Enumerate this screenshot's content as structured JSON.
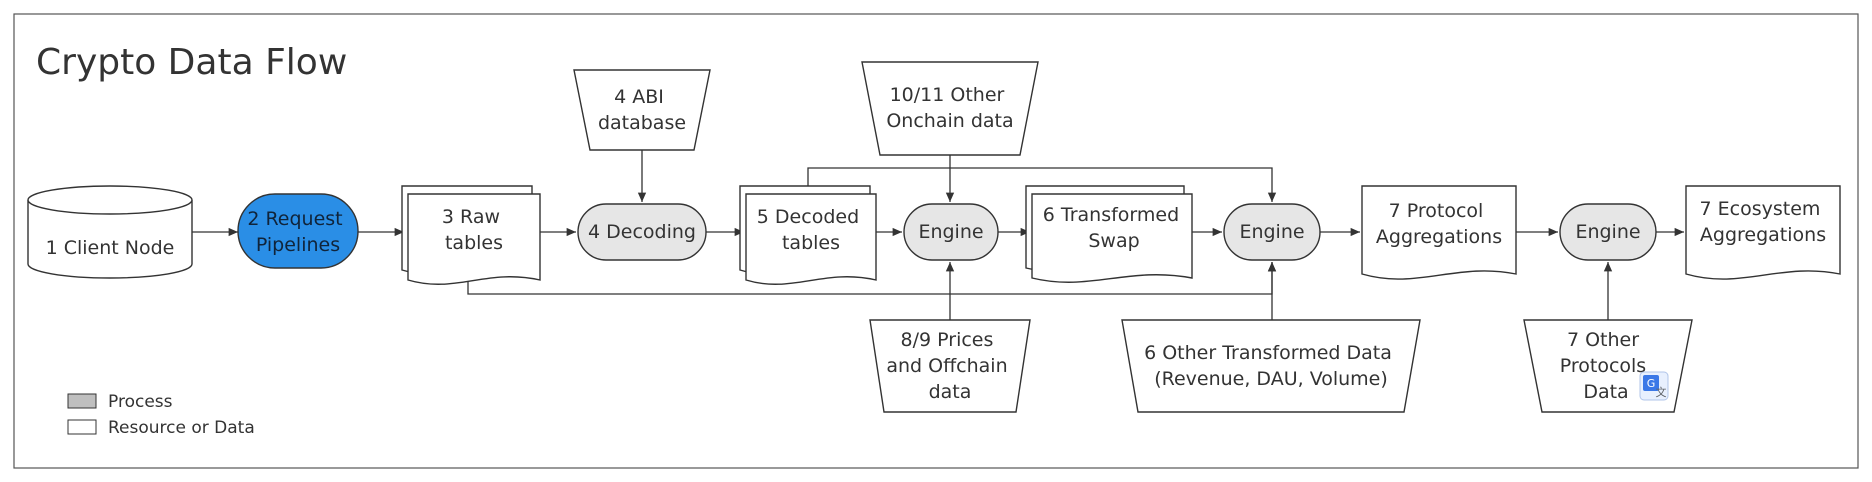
{
  "title": "Crypto Data Flow",
  "nodes": {
    "client_node": [
      "1 Client Node"
    ],
    "request_pipelines": [
      "2 Request",
      "Pipelines"
    ],
    "raw_tables": [
      "3 Raw",
      "tables"
    ],
    "abi_database": [
      "4 ABI",
      "database"
    ],
    "decoding": [
      "4 Decoding"
    ],
    "other_onchain": [
      "10/11 Other",
      "Onchain data"
    ],
    "decoded_tables": [
      "5 Decoded",
      "tables"
    ],
    "engine_1": [
      "Engine"
    ],
    "transformed_swap": [
      "6 Transformed",
      "Swap"
    ],
    "engine_2": [
      "Engine"
    ],
    "protocol_aggregations": [
      "7 Protocol",
      "Aggregations"
    ],
    "engine_3": [
      "Engine"
    ],
    "ecosystem_aggregations": [
      "7 Ecosystem",
      "Aggregations"
    ],
    "prices_offchain": [
      "8/9 Prices",
      "and Offchain",
      "data"
    ],
    "other_transformed": [
      "6 Other Transformed Data",
      "(Revenue, DAU, Volume)"
    ],
    "other_protocols": [
      "7 Other",
      "Protocols",
      "Data"
    ]
  },
  "legend": {
    "process_label": "Process",
    "resource_label": "Resource or Data"
  },
  "colors": {
    "highlight_process": "#2a8ee6",
    "process": "#e6e6e6",
    "legend_process": "#bfbfbf",
    "resource": "#ffffff",
    "stroke": "#333333"
  },
  "overlay_icon": "google-translate-icon"
}
